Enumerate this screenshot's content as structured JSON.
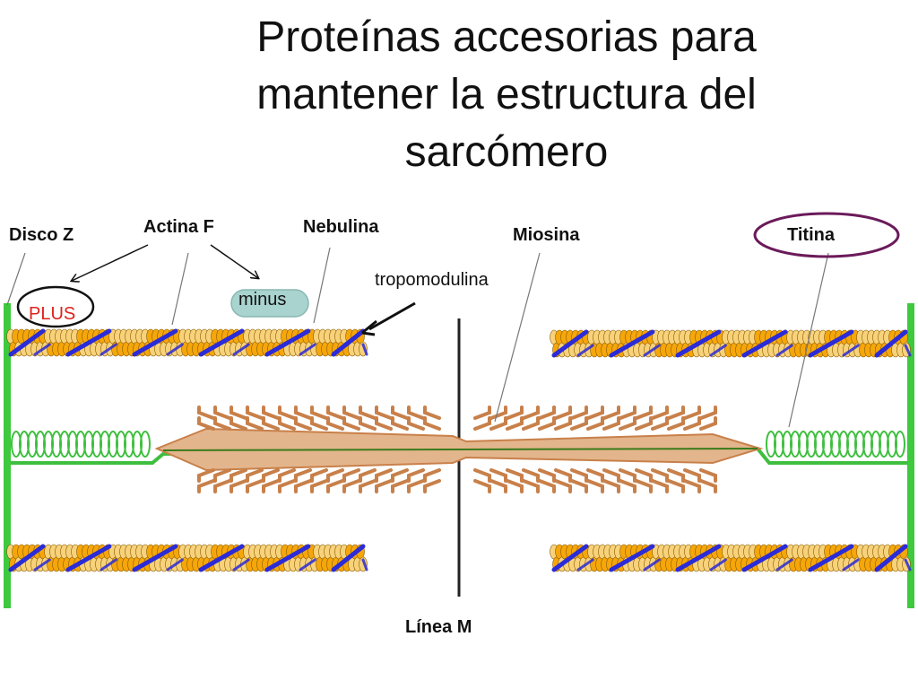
{
  "title": {
    "line1": "Proteínas accesorias para",
    "line2": "mantener la estructura del",
    "line3": "sarcómero"
  },
  "labels": {
    "disco_z": "Disco Z",
    "actina_f": "Actina F",
    "nebulina": "Nebulina",
    "miosina": "Miosina",
    "titina": "Titina",
    "tropomodulina": "tropomodulina",
    "plus": "PLUS",
    "minus": "minus",
    "linea_m": "Línea M"
  },
  "colors": {
    "z_disc": "#3ec93e",
    "actin_bead": "#f5a60a",
    "actin_bead_light": "#f7d27a",
    "actin_strand": "#2b2bd8",
    "titin": "#3fbf3f",
    "myosin": "#c8804a",
    "myosin_light": "#e3b58c",
    "m_line": "#222222",
    "plus_text": "#e0201c",
    "titina_ring": "#6b1a5a",
    "minus_bg": "#a9d3cf"
  }
}
